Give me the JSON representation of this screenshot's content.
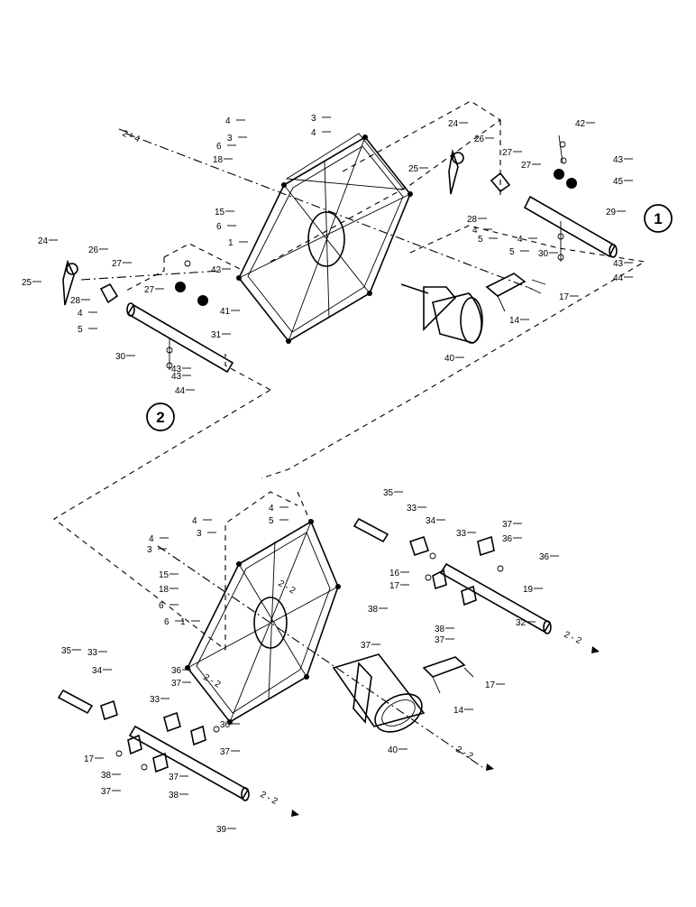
{
  "callouts": {
    "one": "1",
    "two": "2"
  },
  "refs": {
    "ref_a": "2 - 4",
    "ref_b": "2 - 2"
  },
  "labels": {
    "top": [
      "3",
      "4",
      "3",
      "4",
      "6",
      "18",
      "15",
      "6",
      "1",
      "24",
      "26",
      "25",
      "27",
      "27",
      "28",
      "4",
      "5",
      "5",
      "4",
      "30",
      "42",
      "43",
      "45",
      "29",
      "43",
      "44",
      "14",
      "17",
      "40",
      "24",
      "26",
      "25",
      "27",
      "27",
      "28",
      "4",
      "5",
      "30",
      "42",
      "41",
      "43",
      "31",
      "43",
      "44"
    ],
    "bottom": [
      "4",
      "5",
      "35",
      "33",
      "34",
      "33",
      "37",
      "36",
      "4",
      "3",
      "4",
      "3",
      "15",
      "18",
      "6",
      "6",
      "1",
      "16",
      "17",
      "36",
      "38",
      "37",
      "38",
      "19",
      "37",
      "32",
      "35",
      "33",
      "34",
      "36",
      "37",
      "33",
      "36",
      "37",
      "17",
      "38",
      "37",
      "37",
      "38",
      "39",
      "14",
      "17",
      "40"
    ]
  }
}
